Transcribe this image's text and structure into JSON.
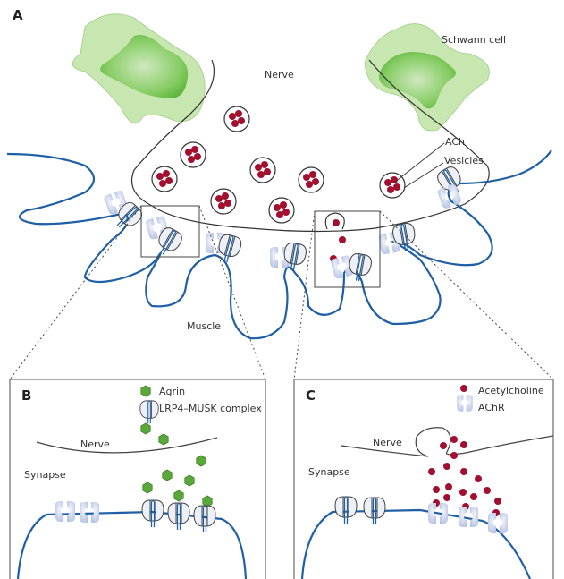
{
  "panels": {
    "A": {
      "letter": "A",
      "labels": {
        "nerve": "Nerve",
        "schwann_cell": "Schwann cell",
        "ach": "ACh",
        "vesicles": "Vesicles",
        "muscle": "Muscle"
      }
    },
    "B": {
      "letter": "B",
      "legend": [
        {
          "symbol": "green-hexagon",
          "label": "Agrin"
        },
        {
          "symbol": "lrp4-musk-receptor",
          "label": "LRP4–MUSK complex"
        }
      ],
      "labels": {
        "nerve": "Nerve",
        "synapse": "Synapse"
      }
    },
    "C": {
      "letter": "C",
      "legend": [
        {
          "symbol": "red-dot",
          "label": "Acetylcholine"
        },
        {
          "symbol": "achr-receptor",
          "label": "AChR"
        }
      ],
      "labels": {
        "nerve": "Nerve",
        "synapse": "Synapse"
      }
    }
  },
  "colors": {
    "muscle_membrane": "#1f5fa6",
    "acetylcholine": "#a3102f",
    "agrin": "#5aa83a",
    "schwann_outer": "#c8e6b0",
    "schwann_inner": "#6cc04a",
    "achr": "#c5d0ea",
    "outline": "#333333"
  }
}
